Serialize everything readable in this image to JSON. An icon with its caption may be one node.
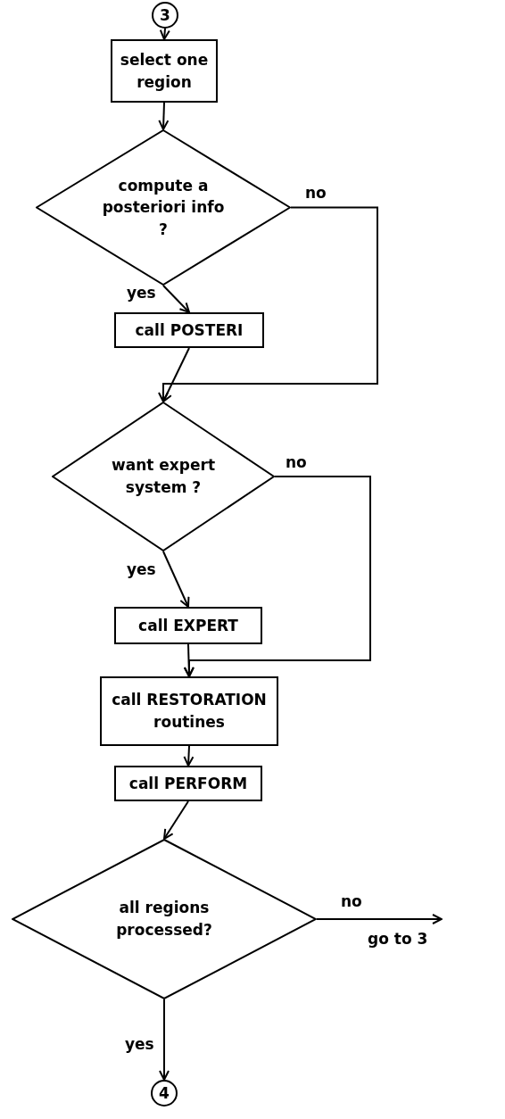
{
  "diagram": {
    "nodes": [
      {
        "text": [
          "3"
        ]
      },
      {
        "text": [
          "select one region"
        ]
      },
      {
        "text": [
          "compute a posteriori info ?"
        ]
      },
      {
        "text": [
          "call POSTERI"
        ]
      },
      {
        "text": [
          "want expert system ?"
        ]
      },
      {
        "text": [
          "call EXPERT"
        ]
      },
      {
        "text": [
          "call RESTORATION routines"
        ]
      },
      {
        "text": [
          "call PERFORM"
        ]
      },
      {
        "text": [
          "all regions processed?"
        ]
      },
      {
        "text": [
          "4"
        ]
      }
    ],
    "edges": [
      {
        "from": 0,
        "to": 1,
        "arrow": "to"
      },
      {
        "from": 1,
        "to": 2,
        "arrow": "to"
      },
      {
        "from": 2,
        "to": 3,
        "arrow": "to",
        "label": "yes"
      },
      {
        "from": 2,
        "to": 4,
        "arrow": "to",
        "label": "no"
      },
      {
        "from": 3,
        "to": 4,
        "arrow": "to"
      },
      {
        "from": 4,
        "to": 5,
        "arrow": "to",
        "label": "yes"
      },
      {
        "from": 4,
        "to": 6,
        "arrow": "to",
        "label": "no"
      },
      {
        "from": 5,
        "to": 6,
        "arrow": "to"
      },
      {
        "from": 6,
        "to": 7,
        "arrow": "to"
      },
      {
        "from": 7,
        "to": 8,
        "arrow": "to"
      },
      {
        "from": 8,
        "to": null,
        "arrow": "to",
        "label": "no"
      },
      {
        "from": 8,
        "to": 9,
        "arrow": "to",
        "label": "yes"
      }
    ],
    "labels": [
      "go to 3"
    ]
  }
}
